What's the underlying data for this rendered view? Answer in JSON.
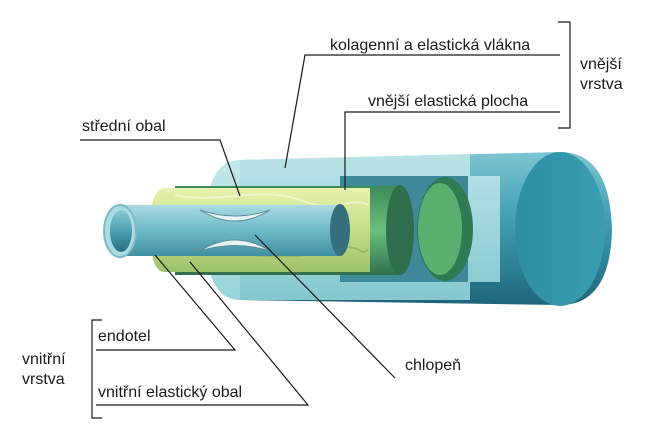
{
  "labels": {
    "collagen_fibers": "kolagenní a elastická vlákna",
    "outer_elastic_membrane": "vnější elastická plocha",
    "outer_layer_line1": "vnější",
    "outer_layer_line2": "vrstva",
    "middle_coat": "střední obal",
    "endothelium": "endotel",
    "inner_layer_line1": "vnitřní",
    "inner_layer_line2": "vrstva",
    "inner_elastic_coat": "vnitřní elastický obal",
    "valve": "chlopeň"
  },
  "colors": {
    "outer_tube": "#3f9fb1",
    "outer_tube_dark": "#2a7b90",
    "outer_tube_light": "#7fc6d2",
    "muscle_layer": "#55ab6e",
    "middle_yellow": "#c9e08a",
    "inner_tube": "#6fb9c7",
    "lumen_dark": "#1f5f73",
    "lines": "#1a1a1a"
  }
}
